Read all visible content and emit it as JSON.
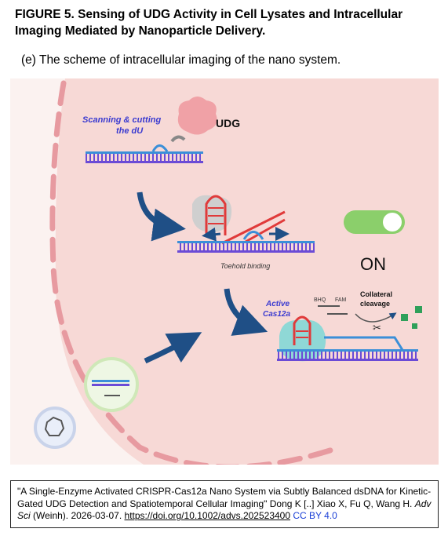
{
  "figure": {
    "title": "FIGURE 5. Sensing of UDG Activity in Cell Lysates and Intracellular Imaging Mediated by Nanoparticle Delivery.",
    "subtitle": "(e) The scheme of intracellular imaging of the nano system.",
    "labels": {
      "scanning_line1": "Scanning & cutting",
      "scanning_line2": "the dU",
      "udg": "UDG",
      "toehold": "Toehold binding",
      "on": "ON",
      "active_line1": "Active",
      "active_line2": "Cas12a",
      "bhq": "BHQ",
      "fam": "FAM",
      "collateral_line1": "Collateral",
      "collateral_line2": "cleavage"
    },
    "colors": {
      "background": "#fbf2f0",
      "cell_fill": "#f7d9d6",
      "membrane_dash": "#e79aa0",
      "label_blue": "#3a3ad0",
      "dna_blue": "#3b8fd8",
      "dna_purple": "#6b4bd6",
      "hairpin_red": "#e03a3a",
      "arrow_navy": "#1f4f86",
      "switch_green": "#8bcf6b",
      "fluor_green": "#2fa05a",
      "udg_pink": "#f0a1a6"
    }
  },
  "citation": {
    "text_before": "\"A Single-Enzyme Activated CRISPR-Cas12a Nano System via Subtly Balanced dsDNA for Kinetic-Gated UDG Detection and Spatiotemporal Cellular Imaging\" Dong K [..] Xiao X, Fu Q, Wang H. ",
    "journal": "Adv Sci",
    "text_after": " (Weinh). 2026-03-07. ",
    "doi": "https://doi.org/10.1002/advs.202523400",
    "license": "CC BY 4.0"
  }
}
